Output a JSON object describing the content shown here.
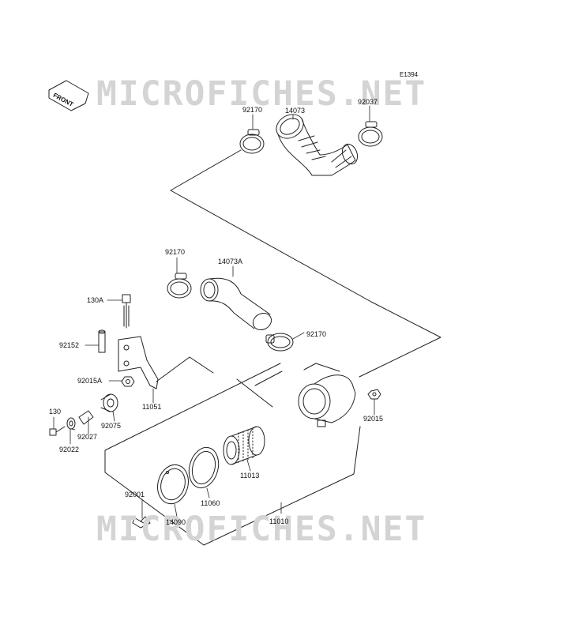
{
  "diagram_code": "E1394",
  "front_label": "FRONT",
  "watermark_text": "MICROFICHES.NET",
  "part_labels": {
    "p14073": "14073",
    "p92170_top": "92170",
    "p92037": "92037",
    "p92170_mid": "92170",
    "p14073A": "14073A",
    "p130A": "130A",
    "p92170_right": "92170",
    "p92152": "92152",
    "p92015A": "92015A",
    "p11051": "11051",
    "p92015": "92015",
    "p130": "130",
    "p92027": "92027",
    "p92075": "92075",
    "p92022": "92022",
    "p11013": "11013",
    "p92001": "92001",
    "p11060": "11060",
    "p14090": "14090",
    "p11010": "11010"
  },
  "colors": {
    "line": "#222222",
    "watermark": "#d4d4d4",
    "background": "#ffffff"
  }
}
